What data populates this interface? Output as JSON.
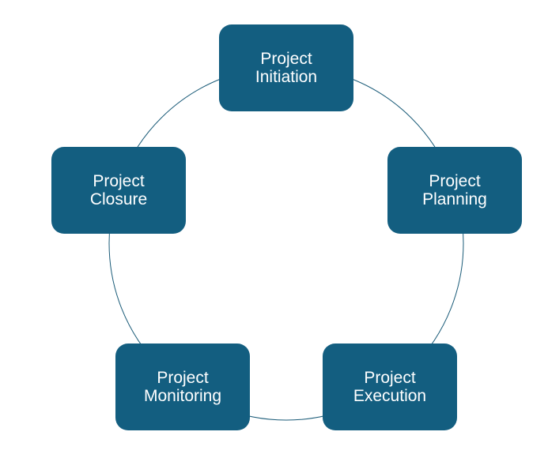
{
  "colors": {
    "node_fill": "#135e80",
    "ring_stroke": "#1a5b78",
    "node_text": "#ffffff"
  },
  "cycle": {
    "nodes": [
      {
        "id": "initiation",
        "line1": "Project",
        "line2": "Initiation"
      },
      {
        "id": "planning",
        "line1": "Project",
        "line2": "Planning"
      },
      {
        "id": "execution",
        "line1": "Project",
        "line2": "Execution"
      },
      {
        "id": "monitoring",
        "line1": "Project",
        "line2": "Monitoring"
      },
      {
        "id": "closure",
        "line1": "Project",
        "line2": "Closure"
      }
    ]
  }
}
